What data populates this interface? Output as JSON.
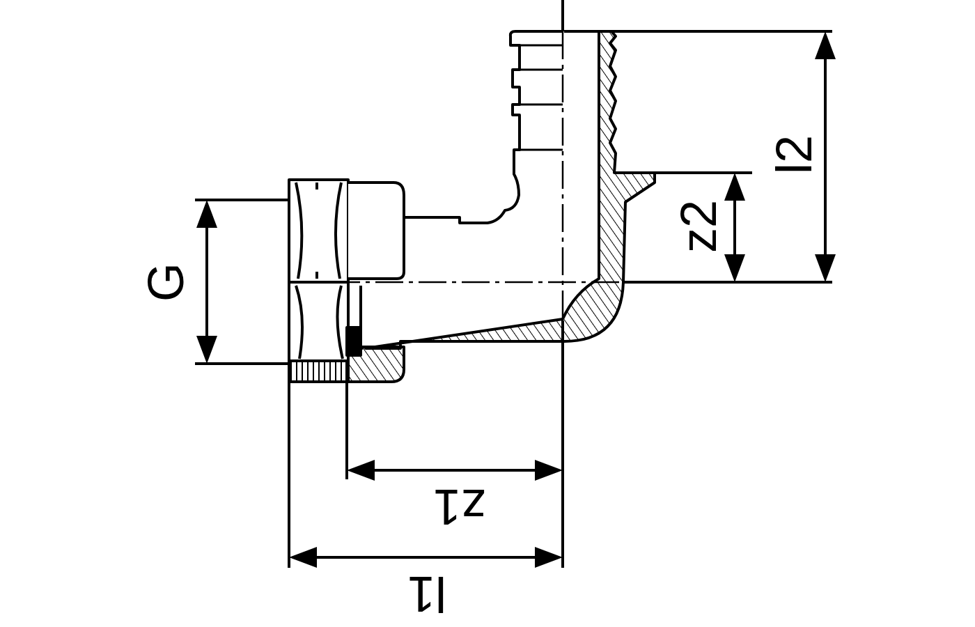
{
  "diagram": {
    "labels": [
      "l2",
      "z2",
      "G",
      "z1",
      "l1"
    ]
  }
}
